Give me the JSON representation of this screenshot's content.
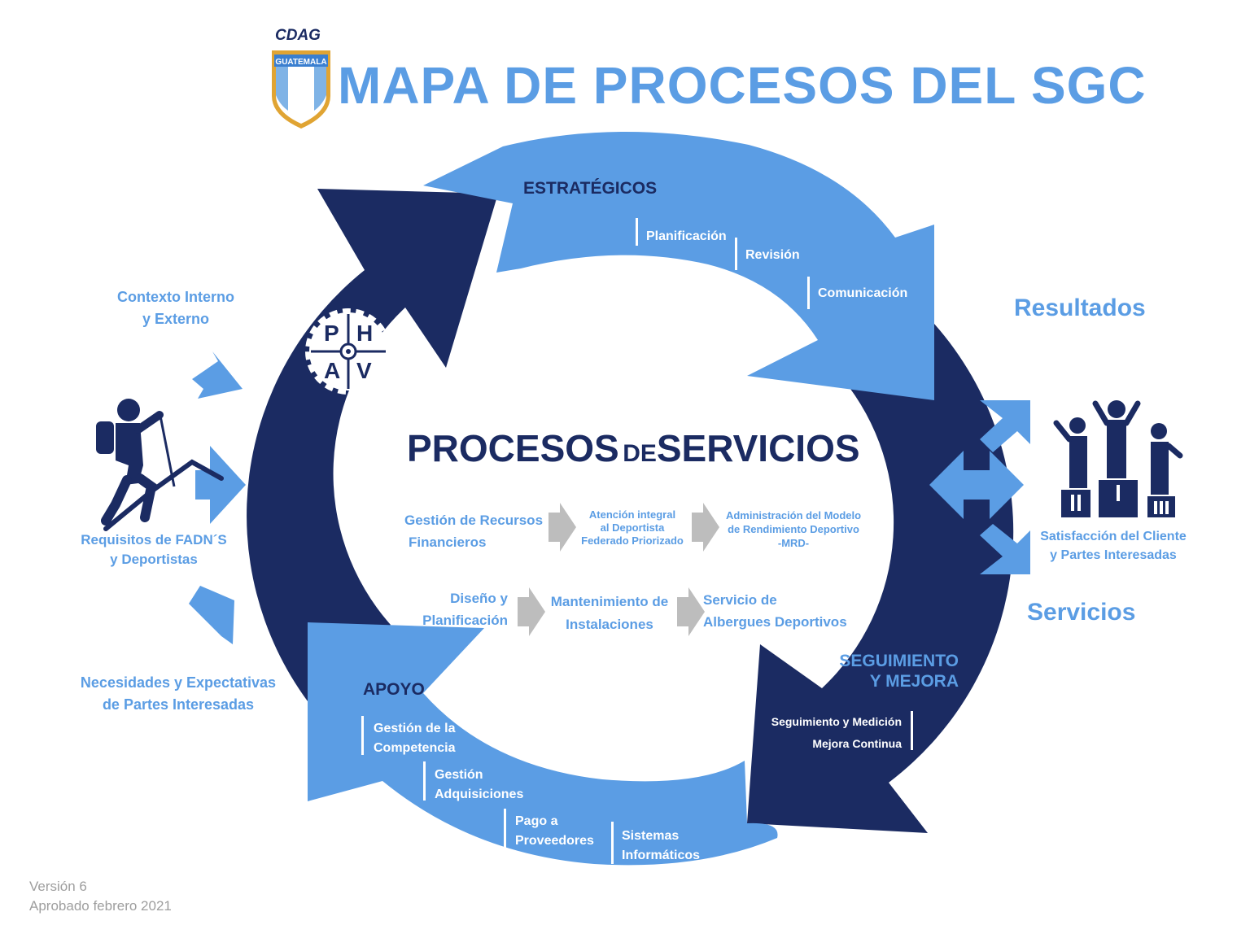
{
  "logo": {
    "top_text": "CDAG",
    "badge_text": "GUATEMALA"
  },
  "title": "MAPA DE PROCESOS DEL SGC",
  "colors": {
    "light_blue": "#5b9de4",
    "dark_navy": "#1b2b62",
    "gray": "#bdbdbd",
    "white": "#ffffff"
  },
  "cycle": {
    "estrategicos": {
      "label": "ESTRATÉGICOS",
      "items": [
        "Planificación",
        "Revisión",
        "Comunicación"
      ]
    },
    "seguimiento": {
      "label_line1": "SEGUIMIENTO",
      "label_line2": "Y MEJORA",
      "items": [
        "Seguimiento y Medición",
        "Mejora Continua"
      ]
    },
    "apoyo": {
      "label": "APOYO",
      "items": [
        {
          "line1": "Gestión de la",
          "line2": "Competencia"
        },
        {
          "line1": "Gestión",
          "line2": "Adquisiciones"
        },
        {
          "line1": "Pago a",
          "line2": "Proveedores"
        },
        {
          "line1": "Sistemas",
          "line2": "Informáticos"
        }
      ]
    },
    "phva": [
      "P",
      "H",
      "A",
      "V"
    ]
  },
  "center": {
    "title_part1": "PROCESOS",
    "title_part2": "DE",
    "title_part3": "SERVICIOS",
    "row1": [
      {
        "line1": "Gestión de Recursos",
        "line2": "Financieros"
      },
      {
        "line1": "Atención integral",
        "line2": "al Deportista",
        "line3": "Federado Priorizado"
      },
      {
        "line1": "Administración del Modelo",
        "line2": "de Rendimiento Deportivo",
        "line3": "-MRD-"
      }
    ],
    "row2": [
      {
        "line1": "Diseño y",
        "line2": "Planificación"
      },
      {
        "line1": "Mantenimiento de",
        "line2": "Instalaciones"
      },
      {
        "line1": "Servicio  de",
        "line2": "Albergues Deportivos"
      }
    ]
  },
  "inputs": {
    "contexto": {
      "line1": "Contexto Interno",
      "line2": "y Externo"
    },
    "requisitos": {
      "line1": "Requisitos de FADN´S",
      "line2": "y Deportistas"
    },
    "necesidades": {
      "line1": "Necesidades y Expectativas",
      "line2": "de Partes Interesadas"
    }
  },
  "outputs": {
    "resultados": "Resultados",
    "satisfaccion": {
      "line1": "Satisfacción del Cliente",
      "line2": "y Partes Interesadas"
    },
    "servicios": "Servicios"
  },
  "footer": {
    "version": "Versión 6",
    "approved": "Aprobado febrero 2021"
  }
}
